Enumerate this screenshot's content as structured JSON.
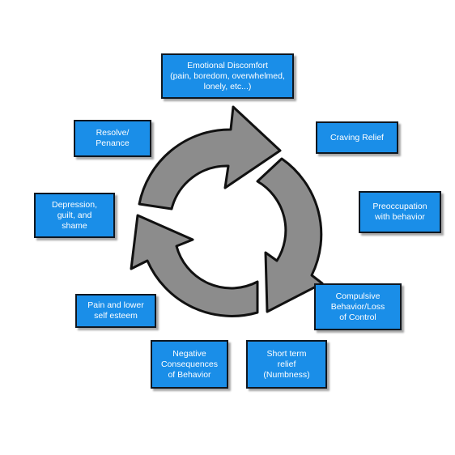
{
  "diagram": {
    "colors": {
      "box_fill": "#1a8ee8",
      "box_border": "#0f1720",
      "box_text": "#ffffff",
      "arrow_fill": "#8c8c8c",
      "arrow_stroke": "#111111"
    },
    "steps": [
      {
        "id": "emotional",
        "label": "Emotional Discomfort\n(pain, boredom, overwhelmed,\nlonely,                etc...)"
      },
      {
        "id": "craving",
        "label": "Craving Relief"
      },
      {
        "id": "preocc",
        "label": "Preoccupation\nwith behavior"
      },
      {
        "id": "compulsive",
        "label": "Compulsive\nBehavior/Loss\nof Control"
      },
      {
        "id": "short",
        "label": "Short term\nrelief\n(Numbness)"
      },
      {
        "id": "negative",
        "label": "Negative\nConsequences\nof Behavior"
      },
      {
        "id": "pain",
        "label": "Pain and lower\nself esteem"
      },
      {
        "id": "depression",
        "label": "Depression,\nguilt, and\nshame"
      },
      {
        "id": "resolve",
        "label": "Resolve/\nPenance"
      }
    ]
  }
}
